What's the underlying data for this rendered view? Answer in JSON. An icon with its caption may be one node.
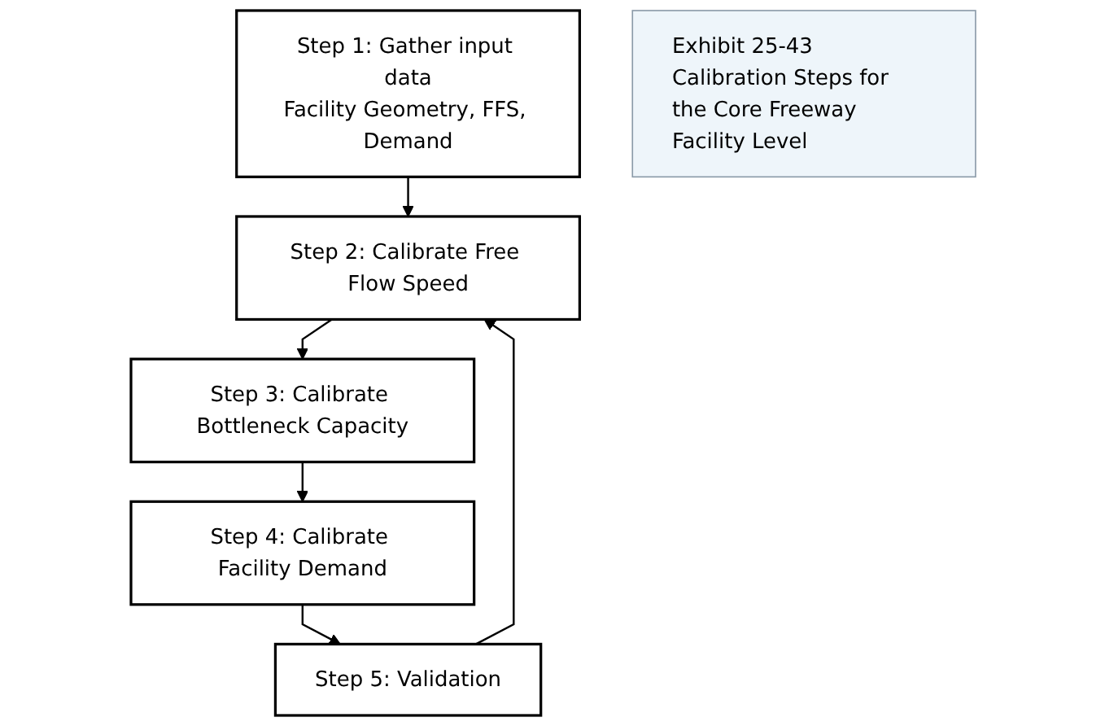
{
  "diagram": {
    "nodes": [
      {
        "text": [
          "Step 1: Gather input data",
          "Facility Geometry, FFS, Demand"
        ]
      },
      {
        "text": [
          "Step 2: Calibrate Free Flow Speed"
        ]
      },
      {
        "text": [
          "Step 3: Calibrate Bottleneck Capacity"
        ]
      },
      {
        "text": [
          "Step 4: Calibrate Facility Demand"
        ]
      },
      {
        "text": [
          "Step 5: Validation"
        ]
      },
      {
        "text": [
          "Exhibit 25-43 Calibration Steps for the Core Freeway Facility Level"
        ]
      }
    ],
    "edges": [
      {
        "from": 0,
        "to": 1,
        "arrow": "to"
      },
      {
        "from": 1,
        "to": 2,
        "arrow": "to"
      },
      {
        "from": 2,
        "to": 3,
        "arrow": "to"
      },
      {
        "from": 3,
        "to": 4,
        "arrow": "to"
      },
      {
        "from": 4,
        "to": 1,
        "arrow": "to"
      }
    ]
  }
}
